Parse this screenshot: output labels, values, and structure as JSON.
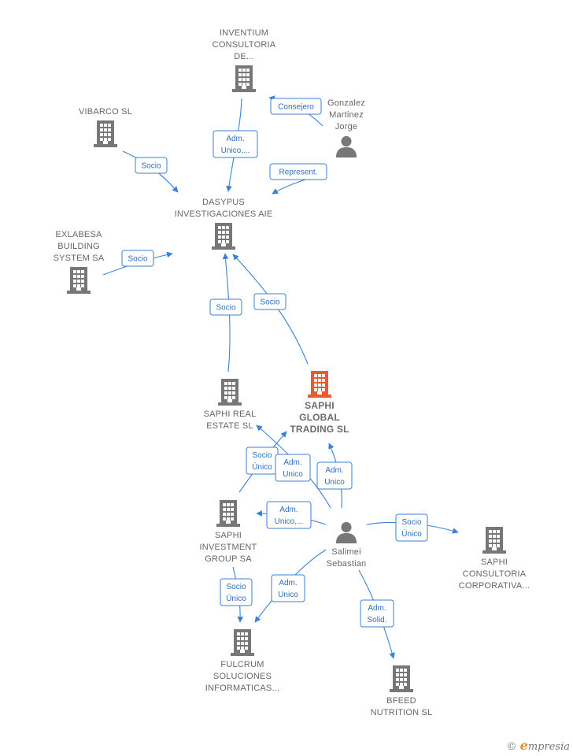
{
  "colors": {
    "edge": "#3b82d6",
    "company": "#777777",
    "highlight": "#f05a28",
    "person": "#777777"
  },
  "nodes": [
    {
      "id": "inventium",
      "type": "company",
      "lines": [
        "INVENTIUM",
        "CONSULTORIA",
        "DE..."
      ]
    },
    {
      "id": "gonzalez",
      "type": "person",
      "lines": [
        "Gonzalez",
        "Martinez",
        "Jorge"
      ]
    },
    {
      "id": "vibarco",
      "type": "company",
      "lines": [
        "VIBARCO SL"
      ]
    },
    {
      "id": "dasypus",
      "type": "company",
      "lines": [
        "DASYPUS",
        "INVESTIGACIONES AIE"
      ]
    },
    {
      "id": "exlabesa",
      "type": "company",
      "lines": [
        "EXLABESA",
        "BUILDING",
        "SYSTEM SA"
      ]
    },
    {
      "id": "saphi_real",
      "type": "company",
      "lines": [
        "SAPHI REAL",
        "ESTATE  SL"
      ]
    },
    {
      "id": "saphi_global",
      "type": "company",
      "highlight": true,
      "lines": [
        "SAPHI",
        "GLOBAL",
        "TRADING  SL"
      ]
    },
    {
      "id": "saphi_invest",
      "type": "company",
      "lines": [
        "SAPHI",
        "INVESTMENT",
        "GROUP SA"
      ]
    },
    {
      "id": "salimei",
      "type": "person",
      "lines": [
        "Salimei",
        "Sebastian"
      ]
    },
    {
      "id": "saphi_consult",
      "type": "company",
      "lines": [
        "SAPHI",
        "CONSULTORIA",
        "CORPORATIVA..."
      ]
    },
    {
      "id": "fulcrum",
      "type": "company",
      "lines": [
        "FULCRUM",
        "SOLUCIONES",
        "INFORMATICAS..."
      ]
    },
    {
      "id": "bfeed",
      "type": "company",
      "lines": [
        "BFEED",
        "NUTRITION  SL"
      ]
    }
  ],
  "edges": [
    {
      "id": "e1",
      "lines": [
        "Adm.",
        "Unico,..."
      ]
    },
    {
      "id": "e2",
      "lines": [
        "Consejero"
      ]
    },
    {
      "id": "e3",
      "lines": [
        "Represent."
      ]
    },
    {
      "id": "e4",
      "lines": [
        "Socio"
      ]
    },
    {
      "id": "e5",
      "lines": [
        "Socio"
      ]
    },
    {
      "id": "e6",
      "lines": [
        "Socio"
      ]
    },
    {
      "id": "e7",
      "lines": [
        "Socio"
      ]
    },
    {
      "id": "e8",
      "lines": [
        "Socio",
        "Único"
      ]
    },
    {
      "id": "e9",
      "lines": [
        "Adm.",
        "Unico"
      ]
    },
    {
      "id": "e10",
      "lines": [
        "Adm.",
        "Unico"
      ]
    },
    {
      "id": "e11",
      "lines": [
        "Adm.",
        "Unico,..."
      ]
    },
    {
      "id": "e12",
      "lines": [
        "Socio",
        "Único"
      ]
    },
    {
      "id": "e13",
      "lines": [
        "Socio",
        "Único"
      ]
    },
    {
      "id": "e14",
      "lines": [
        "Adm.",
        "Unico"
      ]
    },
    {
      "id": "e15",
      "lines": [
        "Adm.",
        "Solid."
      ]
    }
  ],
  "footer": {
    "copyright": "©",
    "brand_initial": "e",
    "brand_rest": "mpresia"
  }
}
